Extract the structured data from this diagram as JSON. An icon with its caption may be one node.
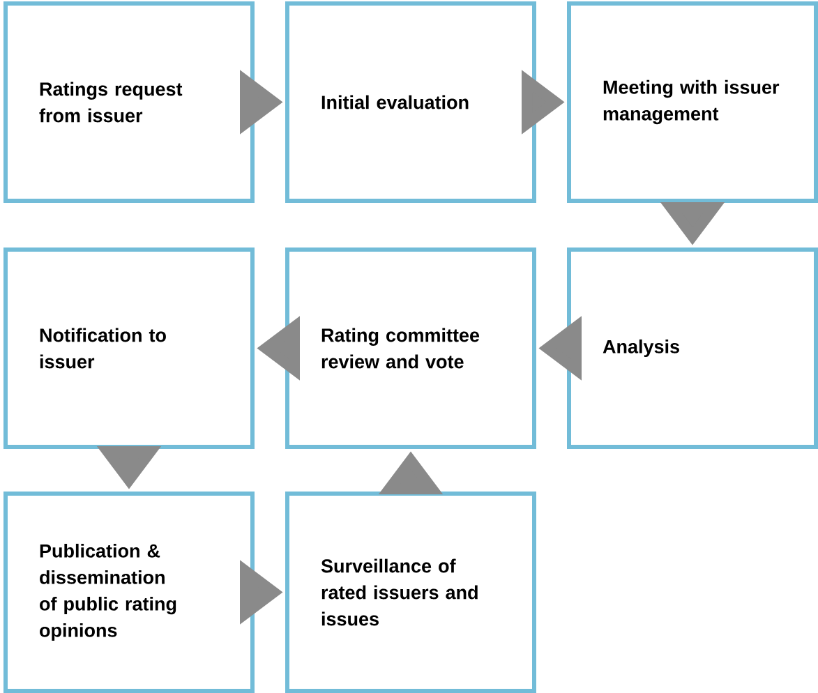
{
  "diagram": {
    "nodes": [
      {
        "text": [
          "Ratings request from issuer"
        ]
      },
      {
        "text": [
          "Initial evaluation"
        ]
      },
      {
        "text": [
          "Meeting with issuer management"
        ]
      },
      {
        "text": [
          "Notification to issuer"
        ]
      },
      {
        "text": [
          "Rating committee review and vote"
        ]
      },
      {
        "text": [
          "Analysis"
        ]
      },
      {
        "text": [
          "Publication & dissemination of public rating opinions"
        ]
      },
      {
        "text": [
          "Surveillance of rated issuers and issues"
        ]
      }
    ],
    "edges": [
      {
        "from": 0,
        "to": 1,
        "arrow": "to"
      },
      {
        "from": 1,
        "to": 2,
        "arrow": "to"
      },
      {
        "from": 2,
        "to": 5,
        "arrow": "to"
      },
      {
        "from": 5,
        "to": 4,
        "arrow": "to"
      },
      {
        "from": 4,
        "to": 3,
        "arrow": "to"
      },
      {
        "from": 3,
        "to": 6,
        "arrow": "to"
      },
      {
        "from": 6,
        "to": 7,
        "arrow": "to"
      },
      {
        "from": 7,
        "to": 4,
        "arrow": "to"
      }
    ]
  }
}
